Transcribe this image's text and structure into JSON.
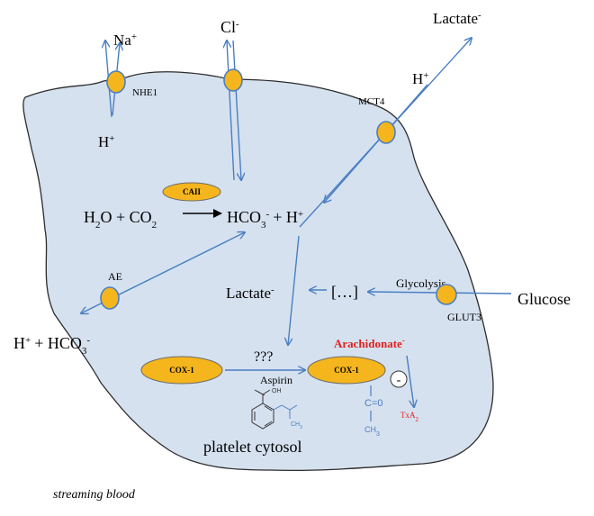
{
  "labels": {
    "na": "Na",
    "cl": "Cl",
    "lactate_out": "Lactate",
    "h_out_top": "H",
    "nhe1": "NHE1",
    "mct4": "MCT4",
    "h_left": "H",
    "caii": "CAII",
    "h2o": "H",
    "h2o_rest": "O + CO",
    "hco3": "HCO",
    "plus_h": "+ H",
    "ae": "AE",
    "lactate_in": "Lactate",
    "ellipsis": "[…]",
    "glycolysis": "Glycolysis",
    "glucose": "Glucose",
    "glut3": "GLUT3",
    "h_hco3_out": "H",
    "h_hco3_out_rest": "+ HCO",
    "qqq": "???",
    "aspirin": "Aspirin",
    "cox1_left": "COX-1",
    "cox1_right": "COX-1",
    "arachidonate": "Arachidonate",
    "minus": "-",
    "txa": "TxA",
    "c_eq_o": "C=0",
    "ch3": "CH",
    "oh": "OH",
    "platelet_cytosol": "platelet cytosol",
    "streaming_blood": "streaming blood"
  },
  "sup": {
    "plus": "+",
    "minus": "-",
    "two": "2",
    "three": "3"
  },
  "colors": {
    "cell_fill": "#d5e1ef",
    "cell_stroke": "#2c2c2c",
    "arrow": "#4a7fc1",
    "transporter": "#f5b51c",
    "arachidonate": "#e0211d",
    "txa": "#e0211d",
    "aspirin_blue": "#4a7fc1"
  }
}
